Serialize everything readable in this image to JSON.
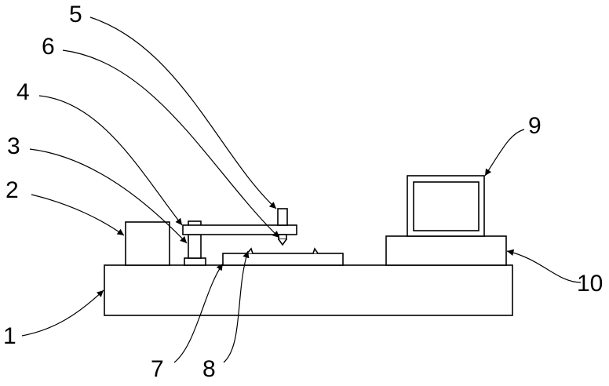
{
  "labels": {
    "l1": "1",
    "l2": "2",
    "l3": "3",
    "l4": "4",
    "l5": "5",
    "l6": "6",
    "l7": "7",
    "l8": "8",
    "l9": "9",
    "l10": "10"
  },
  "colors": {
    "stroke": "#000000",
    "background": "#ffffff"
  }
}
